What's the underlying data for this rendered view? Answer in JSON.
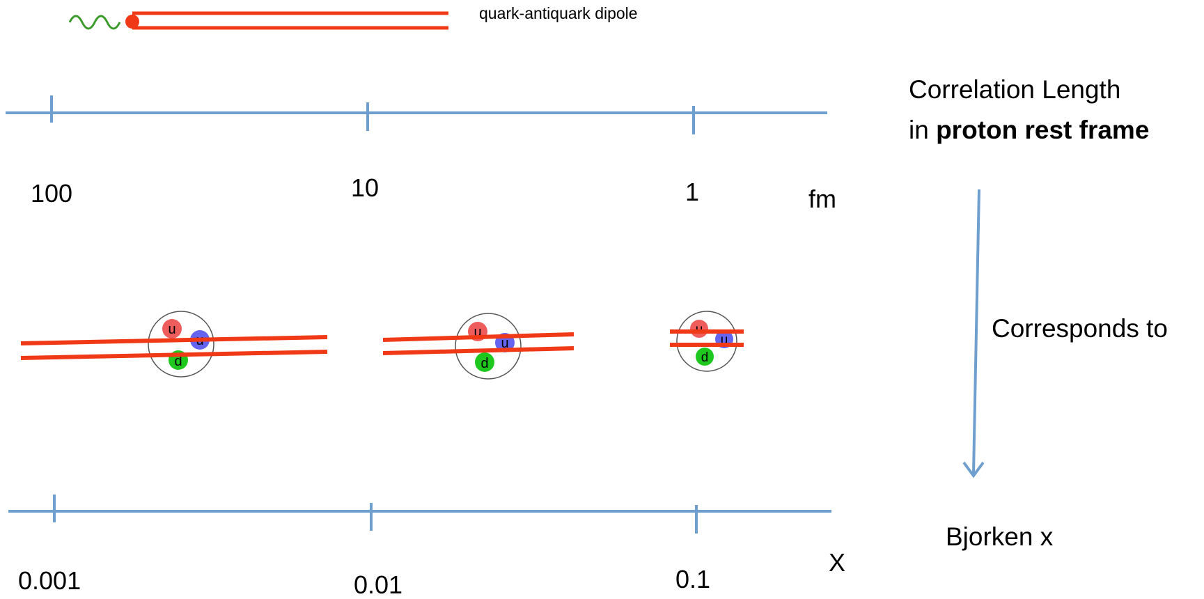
{
  "dipole_legend": {
    "label": "quark-antiquark dipole"
  },
  "length_axis": {
    "title_line1": "Correlation Length",
    "title_line2_prefix": "in ",
    "title_line2_bold": "proton rest frame",
    "unit": "fm",
    "ticks": [
      "100",
      "10",
      "1"
    ]
  },
  "relation": {
    "label": "Corresponds to"
  },
  "x_axis": {
    "title": "Bjorken x",
    "unit": "X",
    "ticks": [
      "0.001",
      "0.01",
      "0.1"
    ]
  },
  "proton": {
    "quarks": [
      "u",
      "u",
      "d"
    ]
  },
  "colors": {
    "axis": "#6f9fce",
    "dipole": "#f03a17",
    "photon": "#3a9a2a",
    "quark_up_red": "#ee5c5c",
    "quark_up_blue": "#6464f0",
    "quark_down_green": "#1ec81e"
  }
}
